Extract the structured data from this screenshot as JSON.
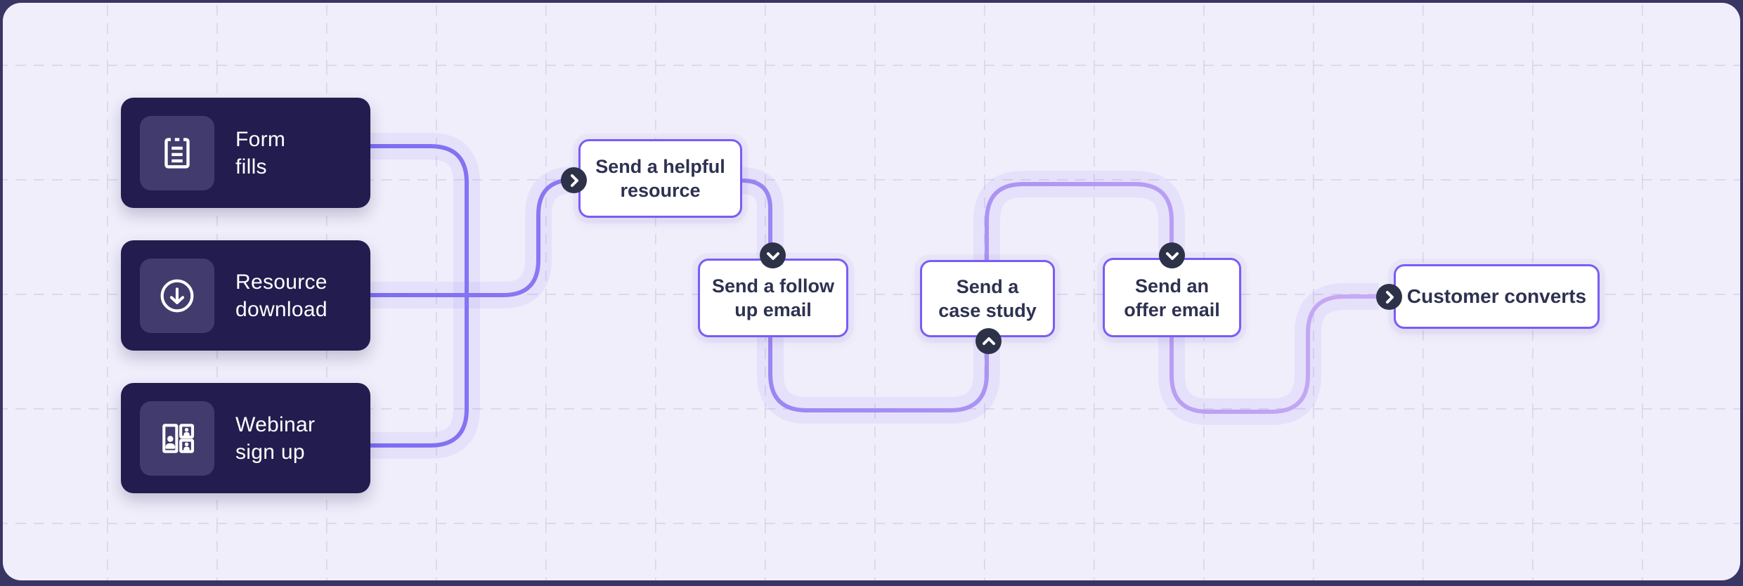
{
  "flow": {
    "sources": [
      {
        "line1": "Form",
        "line2": "fills",
        "icon": "form-fills-icon"
      },
      {
        "line1": "Resource",
        "line2": "download",
        "icon": "resource-download-icon"
      },
      {
        "line1": "Webinar",
        "line2": "sign up",
        "icon": "webinar-sign-up-icon"
      }
    ],
    "steps": [
      {
        "line1": "Send a helpful",
        "line2": "resource",
        "connector_icon": "chevron-right"
      },
      {
        "line1": "Send a follow",
        "line2": "up email",
        "connector_icon": "chevron-down"
      },
      {
        "line1": "Send a",
        "line2": "case study",
        "connector_icon": "chevron-up"
      },
      {
        "line1": "Send an",
        "line2": "offer email",
        "connector_icon": "chevron-down"
      },
      {
        "label": "Customer converts",
        "connector_icon": "chevron-right"
      }
    ]
  },
  "colors": {
    "frame": "#393564",
    "panel": "#f0eefb",
    "grid": "#d9d6ea",
    "node-dark": "#221d4e",
    "tile": "#413c6d",
    "node-border": "#7b5cf5",
    "node-text": "#2e3150",
    "badge": "#2e3248",
    "line-start": "#7b6bf3",
    "line-end": "#cbadf4"
  }
}
